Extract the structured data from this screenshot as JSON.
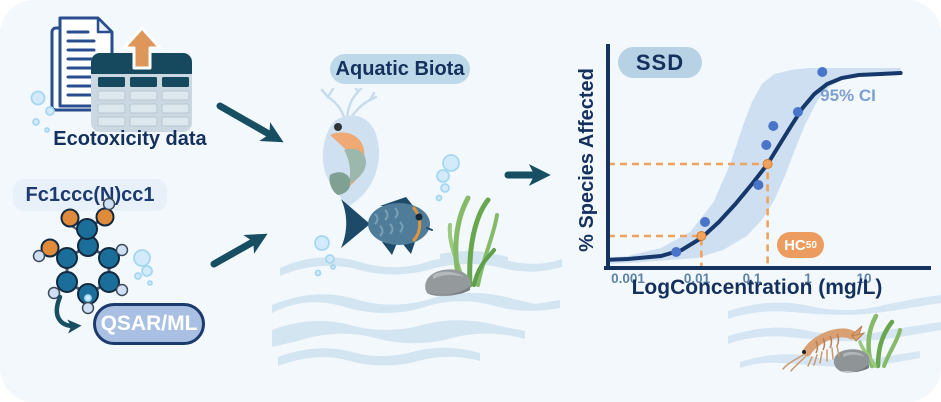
{
  "figure": {
    "eco_label": "Ecotoxicity data",
    "smiles": "Fc1ccc(N)cc1",
    "qsar_label": "QSAR/ML",
    "biota_label": "Aquatic Biota"
  },
  "colors": {
    "canvas_bg": "#f3f8fd",
    "navy": "#14315e",
    "teal_arrow": "#174e61",
    "curve_navy": "#16386b",
    "ci_band": "#c7dbee",
    "point_blue": "#4a74c8",
    "dash_orange": "#f0a35e",
    "hc_pill": "#ec9c5e",
    "ci_text": "#7d9fd2",
    "pill_blue": "#b7d2e4",
    "qsar_fill": "#a9c0e2"
  },
  "chart_data": {
    "type": "scatter",
    "title": "SSD",
    "xlabel": "LogConcentration (mg/L)",
    "ylabel": "% Species Affected",
    "x_scale": "log",
    "x_ticks": [
      "0.001",
      "0.01",
      "0.1",
      "1",
      "10"
    ],
    "x_tick_values": [
      0.001,
      0.01,
      0.1,
      1,
      10
    ],
    "ylim": [
      0,
      100
    ],
    "grid": false,
    "annotations": {
      "ci_label": "95% CI",
      "hc_label": "HC",
      "hc_sub": "50"
    },
    "points": [
      [
        0.005,
        8
      ],
      [
        0.014,
        23
      ],
      [
        0.13,
        41.5
      ],
      [
        0.18,
        61.5
      ],
      [
        0.24,
        71
      ],
      [
        0.66,
        78
      ],
      [
        1.8,
        98
      ]
    ],
    "fit_curve": [
      [
        0.0004,
        4
      ],
      [
        0.001,
        4.5
      ],
      [
        0.003,
        6
      ],
      [
        0.006,
        9
      ],
      [
        0.012,
        15
      ],
      [
        0.025,
        23
      ],
      [
        0.05,
        32
      ],
      [
        0.1,
        42
      ],
      [
        0.19,
        52
      ],
      [
        0.3,
        61
      ],
      [
        0.5,
        71
      ],
      [
        0.8,
        80
      ],
      [
        1.3,
        87
      ],
      [
        2.2,
        92
      ],
      [
        4,
        95
      ],
      [
        8,
        96.5
      ],
      [
        20,
        97
      ],
      [
        45,
        97.5
      ]
    ],
    "ci_band": {
      "upper": [
        [
          0.0004,
          5
        ],
        [
          0.001,
          6
        ],
        [
          0.003,
          10
        ],
        [
          0.008,
          18
        ],
        [
          0.02,
          33
        ],
        [
          0.04,
          52
        ],
        [
          0.07,
          72
        ],
        [
          0.1,
          83
        ],
        [
          0.15,
          92
        ],
        [
          0.25,
          97
        ],
        [
          0.5,
          99
        ],
        [
          1,
          100
        ],
        [
          45,
          100
        ]
      ],
      "lower": [
        [
          0.0004,
          2
        ],
        [
          0.001,
          2.5
        ],
        [
          0.01,
          5
        ],
        [
          0.03,
          9
        ],
        [
          0.08,
          16
        ],
        [
          0.15,
          24
        ],
        [
          0.25,
          34
        ],
        [
          0.4,
          47
        ],
        [
          0.6,
          60
        ],
        [
          0.9,
          72
        ],
        [
          1.5,
          84
        ],
        [
          2.5,
          91
        ],
        [
          5,
          95
        ],
        [
          10,
          96.5
        ],
        [
          45,
          97
        ]
      ]
    },
    "hc_markers": [
      {
        "x": 0.19,
        "pct": 52
      },
      {
        "x": 0.012,
        "pct": 16
      }
    ]
  }
}
